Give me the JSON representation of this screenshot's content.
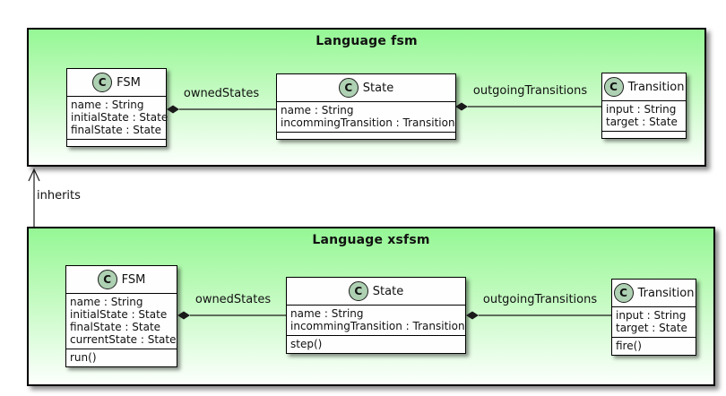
{
  "diagram": {
    "type": "uml-class-diagram"
  },
  "colors": {
    "package_fill_top": "#98FB98",
    "package_fill_bottom": "#FCFFFC",
    "class_fill": "#FEFEFE",
    "border": "#000000",
    "stereotype_circle_fill": "#ADD1B2"
  },
  "packages": [
    {
      "title": "Language fsm",
      "classes": [
        {
          "stereotype": "C",
          "name": "FSM",
          "attributes": [
            "name : String",
            "initialState : State",
            "finalState : State"
          ],
          "methods": []
        },
        {
          "stereotype": "C",
          "name": "State",
          "attributes": [
            "name : String",
            "incommingTransition : Transition"
          ],
          "methods": []
        },
        {
          "stereotype": "C",
          "name": "Transition",
          "attributes": [
            "input : String",
            "target : State"
          ],
          "methods": []
        }
      ],
      "associations": [
        {
          "label": "ownedStates",
          "from": "FSM",
          "to": "State",
          "kind": "composition"
        },
        {
          "label": "outgoingTransitions",
          "from": "State",
          "to": "Transition",
          "kind": "composition"
        }
      ]
    },
    {
      "title": "Language xsfsm",
      "classes": [
        {
          "stereotype": "C",
          "name": "FSM",
          "attributes": [
            "name : String",
            "initialState : State",
            "finalState : State",
            "currentState : State"
          ],
          "methods": [
            "run()"
          ]
        },
        {
          "stereotype": "C",
          "name": "State",
          "attributes": [
            "name : String",
            "incommingTransition : Transition"
          ],
          "methods": [
            "step()"
          ]
        },
        {
          "stereotype": "C",
          "name": "Transition",
          "attributes": [
            "input : String",
            "target : State"
          ],
          "methods": [
            "fire()"
          ]
        }
      ],
      "associations": [
        {
          "label": "ownedStates",
          "from": "FSM",
          "to": "State",
          "kind": "composition"
        },
        {
          "label": "outgoingTransitions",
          "from": "State",
          "to": "Transition",
          "kind": "composition"
        }
      ]
    }
  ],
  "relations": [
    {
      "label": "inherits",
      "from": "Language xsfsm",
      "to": "Language fsm",
      "kind": "open-arrow"
    }
  ]
}
